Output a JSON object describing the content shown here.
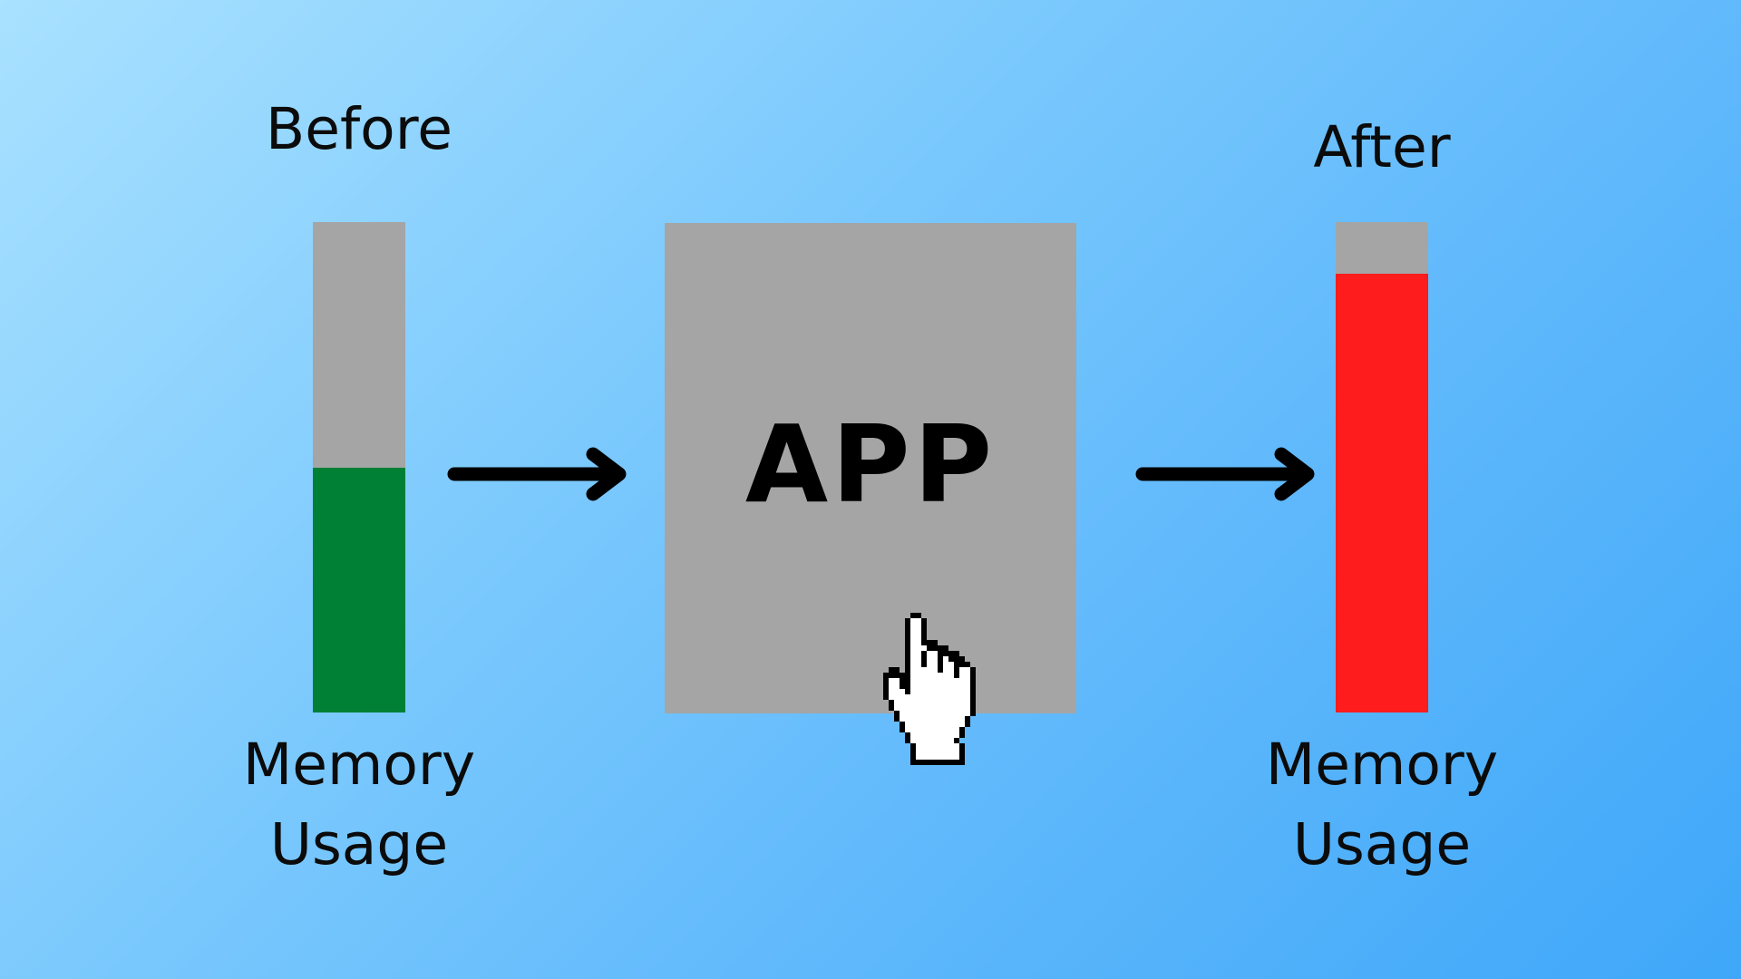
{
  "before": {
    "title": "Before",
    "caption_line1": "Memory",
    "caption_line2": "Usage",
    "usage_fraction": 0.5,
    "fill_color": "#008035",
    "track_color": "#a5a5a5"
  },
  "app": {
    "label": "APP",
    "box_color": "#a5a5a5"
  },
  "after": {
    "title": "After",
    "caption_line1": "Memory",
    "caption_line2": "Usage",
    "usage_fraction": 0.895,
    "fill_color": "#ff1c1c",
    "track_color": "#a5a5a5"
  },
  "icons": {
    "arrow": "right-arrow-icon",
    "cursor": "pointing-hand-cursor-icon"
  }
}
